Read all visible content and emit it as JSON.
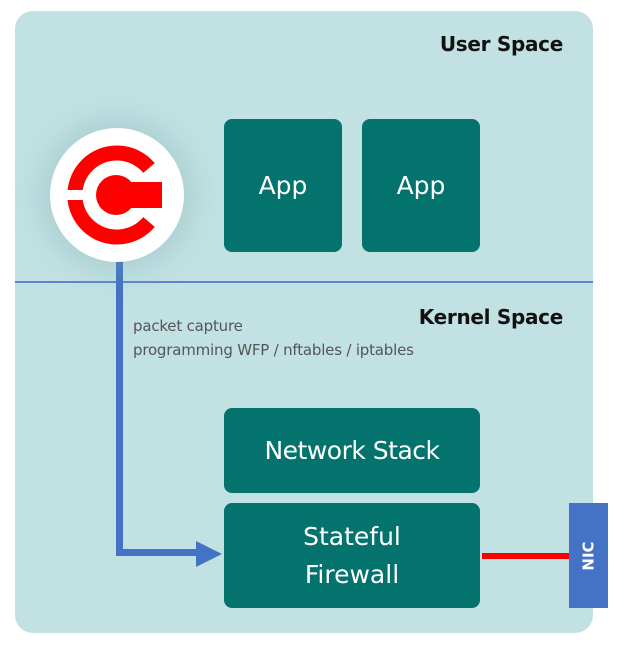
{
  "diagram": {
    "regions": {
      "user_space": "User Space",
      "kernel_space": "Kernel Space"
    },
    "user_space_boxes": [
      {
        "label": "App"
      },
      {
        "label": "App"
      }
    ],
    "kernel_boxes": {
      "network_stack": "Network Stack",
      "firewall_line1": "Stateful",
      "firewall_line2": "Firewall"
    },
    "annotation": {
      "line1": "packet capture",
      "line2": "programming WFP / nftables / iptables"
    },
    "nic_label": "NIC",
    "logo": {
      "icon": "c-logo-icon",
      "color": "#ff0000"
    },
    "colors": {
      "panel": "#c2e1e3",
      "box": "#04736d",
      "arrow": "#4472c4",
      "link": "#ff0000",
      "nic": "#4472c4"
    }
  }
}
